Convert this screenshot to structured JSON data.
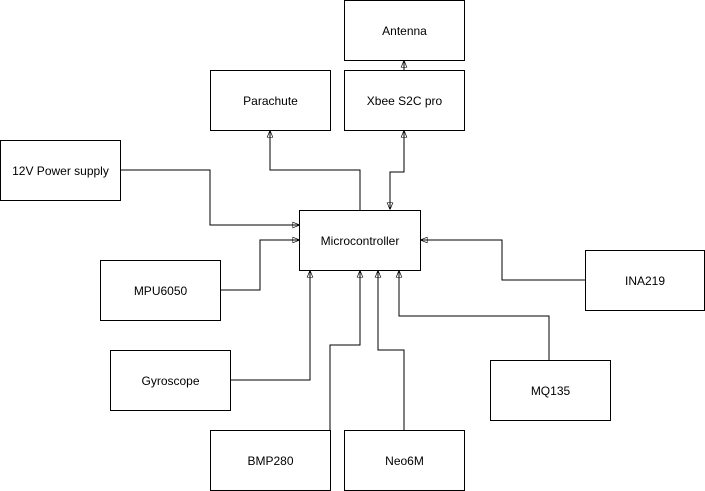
{
  "diagram": {
    "nodes": {
      "antenna": "Antenna",
      "parachute": "Parachute",
      "xbee": "Xbee S2C pro",
      "power": "12V Power supply",
      "microcontroller": "Microcontroller",
      "mpu6050": "MPU6050",
      "ina219": "INA219",
      "gyroscope": "Gyroscope",
      "mq135": "MQ135",
      "bmp280": "BMP280",
      "neo6m": "Neo6M"
    },
    "edges": [
      {
        "from": "xbee",
        "to": "antenna",
        "direction": "forward"
      },
      {
        "from": "microcontroller",
        "to": "parachute",
        "direction": "forward"
      },
      {
        "from": "microcontroller",
        "to": "xbee",
        "direction": "bidirectional"
      },
      {
        "from": "power",
        "to": "microcontroller",
        "direction": "forward"
      },
      {
        "from": "mpu6050",
        "to": "microcontroller",
        "direction": "forward"
      },
      {
        "from": "ina219",
        "to": "microcontroller",
        "direction": "forward"
      },
      {
        "from": "gyroscope",
        "to": "microcontroller",
        "direction": "forward"
      },
      {
        "from": "bmp280",
        "to": "microcontroller",
        "direction": "forward"
      },
      {
        "from": "neo6m",
        "to": "microcontroller",
        "direction": "forward"
      },
      {
        "from": "mq135",
        "to": "microcontroller",
        "direction": "forward"
      }
    ],
    "colors": {
      "stroke": "#000000",
      "fill": "#ffffff",
      "text": "#000000"
    }
  }
}
